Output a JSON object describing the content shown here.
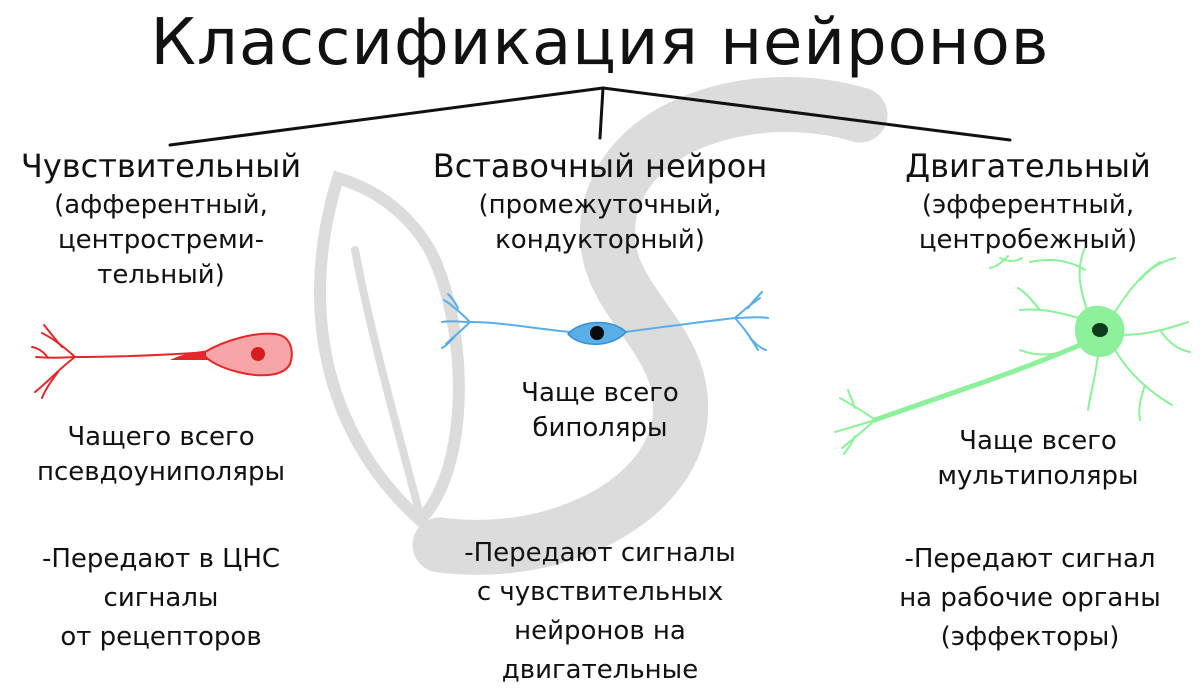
{
  "title": "Классификация нейронов",
  "columns": {
    "left": {
      "heading": "Чувствительный",
      "subtitle": [
        "(афферентный,",
        "центростреми-",
        "тельный)"
      ],
      "note": [
        "Чащего всего",
        "псевдоуниполяры"
      ],
      "function": [
        "-Передают в ЦНС",
        "сигналы",
        "от рецепторов"
      ],
      "color": "#e3282b"
    },
    "middle": {
      "heading": "Вставочный нейрон",
      "subtitle": [
        "(промежуточный,",
        "кондукторный)"
      ],
      "note": [
        "Чаще всего",
        "биполяры"
      ],
      "function": [
        "-Передают сигналы",
        "с чувствительных",
        "нейронов на",
        "двигательные"
      ],
      "color": "#5aaee8"
    },
    "right": {
      "heading": "Двигательный",
      "subtitle": [
        "(эфферентный,",
        "центробежный)"
      ],
      "note": [
        "Чаще всего",
        "мультиполяры"
      ],
      "function": [
        "-Передают сигнал",
        "на рабочие органы",
        "(эффекторы)"
      ],
      "color": "#8df09a"
    }
  }
}
